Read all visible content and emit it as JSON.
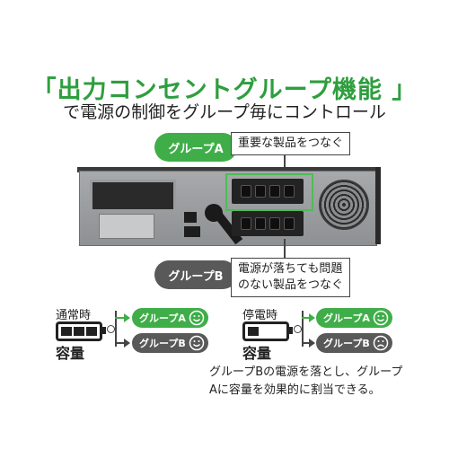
{
  "headline": "「出力コンセントグループ機能 」",
  "subline": "で電源の制御をグループ毎にコントロール",
  "group_a": {
    "label": "グループA",
    "callout": "重要な製品をつなぐ"
  },
  "group_b": {
    "label": "グループB",
    "callout_line1": "電源が落ちても問題",
    "callout_line2": "のない製品をつなぐ"
  },
  "normal": {
    "title": "通常時",
    "capacity_label": "容量",
    "group_a_label": "グループA",
    "group_b_label": "グループB",
    "group_a_face": "smile",
    "group_b_face": "smile",
    "battery_cells": 3
  },
  "outage": {
    "title": "停電時",
    "capacity_label": "容量",
    "group_a_label": "グループA",
    "group_b_label": "グループB",
    "group_a_face": "smile",
    "group_b_face": "sad",
    "battery_cells": 1
  },
  "footer": {
    "line1": "グループBの電源を落とし、グループ",
    "line2": "Aに容量を効果的に割当できる。"
  },
  "colors": {
    "accent_green": "#3fae49",
    "headline_green": "#2e9e3e",
    "group_b_gray": "#595959"
  }
}
